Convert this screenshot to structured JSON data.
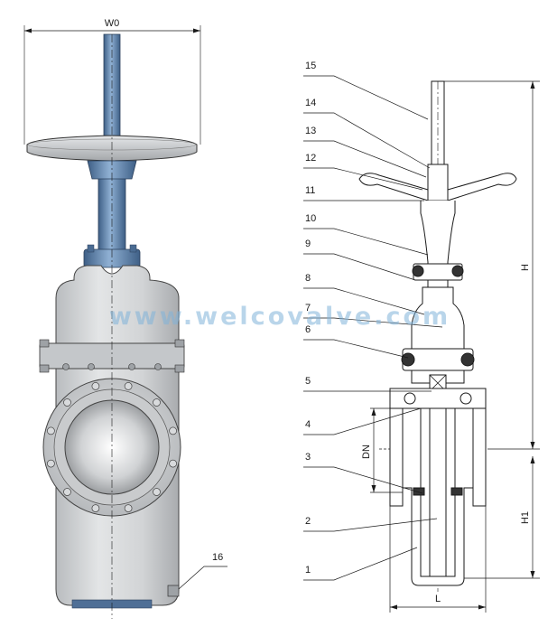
{
  "dimensions": {
    "top_width": "W0",
    "height": "H",
    "lower_height": "H1",
    "nominal_diameter": "DN",
    "face_to_face": "L"
  },
  "watermark": "www.welcovalve.com",
  "part_numbers": [
    "1",
    "2",
    "3",
    "4",
    "5",
    "6",
    "7",
    "8",
    "9",
    "10",
    "11",
    "12",
    "13",
    "14",
    "15",
    "16"
  ],
  "colors": {
    "body_grey": "#d4d6d8",
    "stem_blue": "#5d7fa6",
    "line": "#1a1a1a",
    "watermark": "#7fb3d9"
  }
}
